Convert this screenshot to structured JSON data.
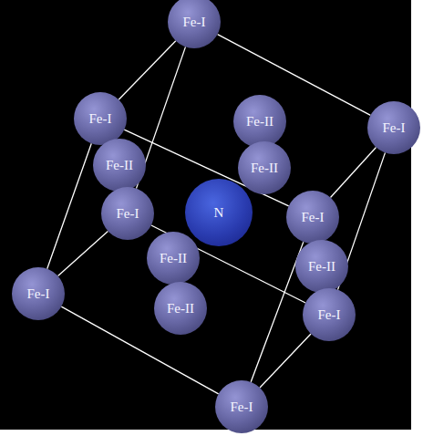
{
  "diagram": {
    "nodes": [
      {
        "text": [
          "Fe-I"
        ]
      },
      {
        "text": [
          "Fe-I"
        ]
      },
      {
        "text": [
          "Fe-II"
        ]
      },
      {
        "text": [
          "Fe-I"
        ]
      },
      {
        "text": [
          "Fe-II"
        ]
      },
      {
        "text": [
          "Fe-II"
        ]
      },
      {
        "text": [
          "Fe-I"
        ]
      },
      {
        "text": [
          "N"
        ]
      },
      {
        "text": [
          "Fe-I"
        ]
      },
      {
        "text": [
          "Fe-II"
        ]
      },
      {
        "text": [
          "Fe-II"
        ]
      },
      {
        "text": [
          "Fe-I"
        ]
      },
      {
        "text": [
          "Fe-II"
        ]
      },
      {
        "text": [
          "Fe-I"
        ]
      },
      {
        "text": [
          "Fe-I"
        ]
      }
    ],
    "edges": [
      {
        "from": 0,
        "to": 3,
        "arrow": "none"
      },
      {
        "from": 3,
        "to": 8,
        "arrow": "none"
      },
      {
        "from": 8,
        "to": 1,
        "arrow": "none"
      },
      {
        "from": 1,
        "to": 0,
        "arrow": "none"
      },
      {
        "from": 6,
        "to": 11,
        "arrow": "none"
      },
      {
        "from": 11,
        "to": 14,
        "arrow": "none"
      },
      {
        "from": 14,
        "to": 13,
        "arrow": "none"
      },
      {
        "from": 13,
        "to": 6,
        "arrow": "none"
      },
      {
        "from": 0,
        "to": 6,
        "arrow": "none"
      },
      {
        "from": 3,
        "to": 13,
        "arrow": "none"
      },
      {
        "from": 1,
        "to": 11,
        "arrow": "none"
      },
      {
        "from": 8,
        "to": 14,
        "arrow": "none"
      }
    ]
  }
}
